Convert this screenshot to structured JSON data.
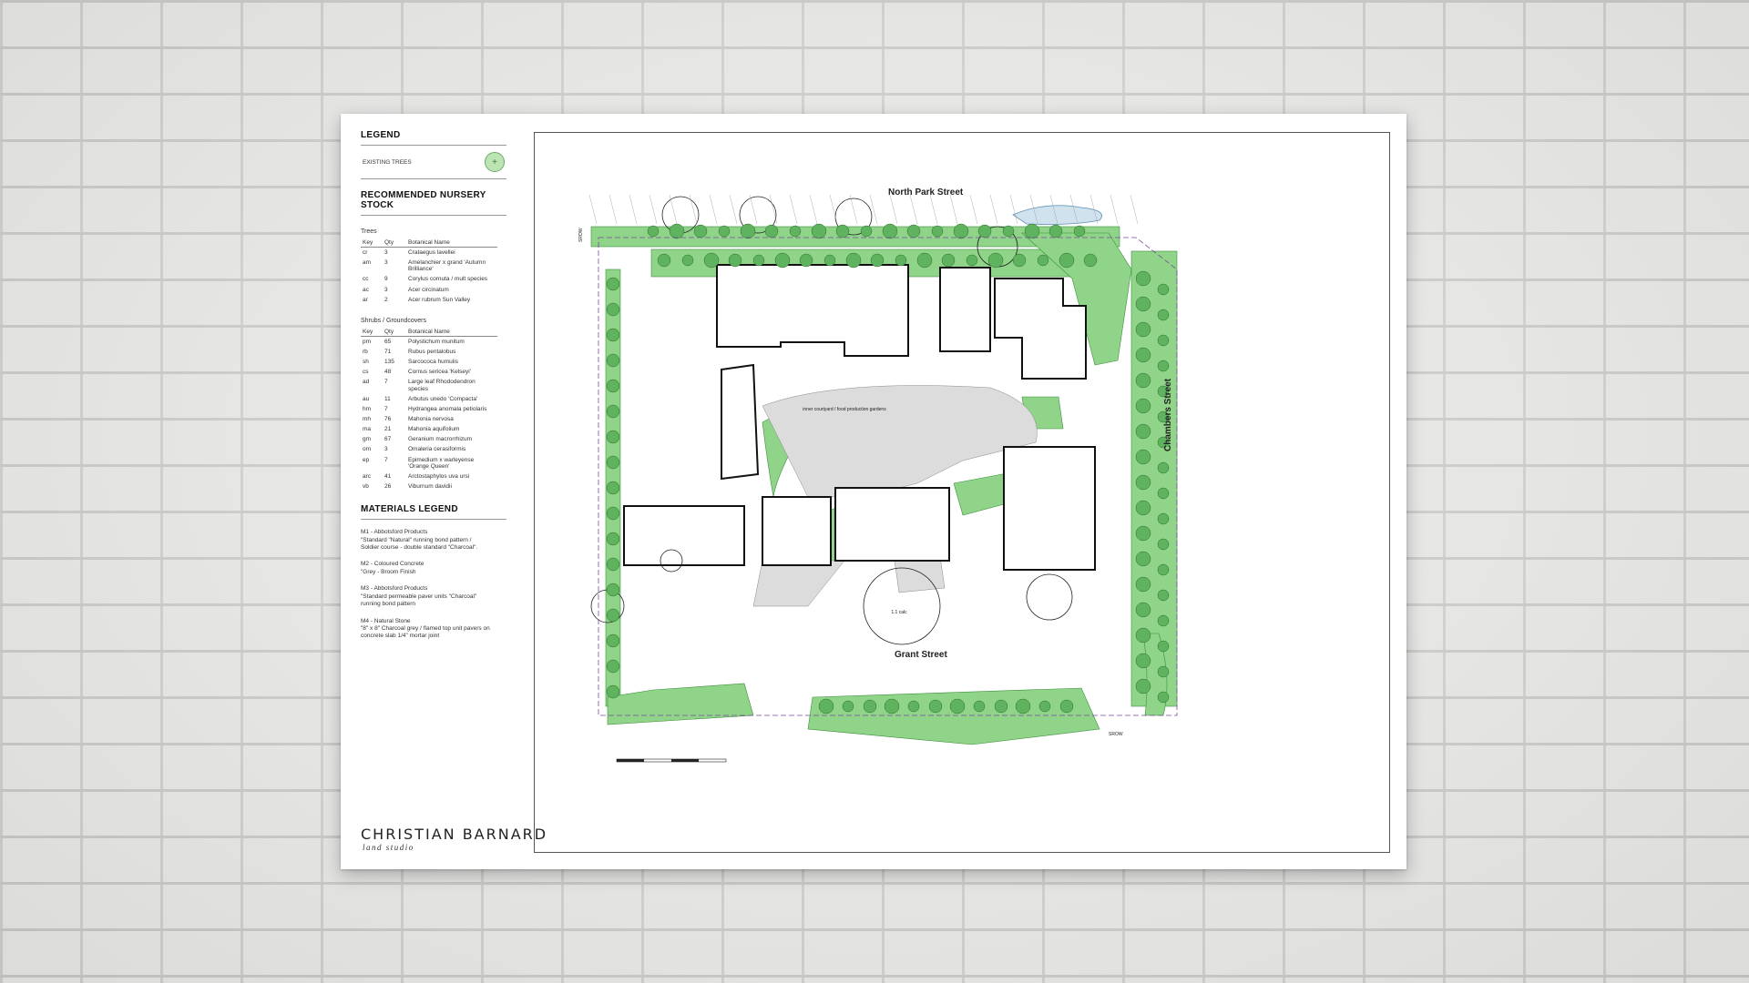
{
  "legend": {
    "title": "LEGEND",
    "existing_trees": "EXISTING TREES"
  },
  "nursery": {
    "title": "RECOMMENDED NURSERY STOCK",
    "trees_label": "Trees",
    "shrubs_label": "Shrubs / Groundcovers",
    "headers": {
      "key": "Key",
      "qty": "Qty",
      "name": "Botanical Name"
    },
    "trees": [
      {
        "key": "cr",
        "qty": "3",
        "name": "Crataegus lavellei"
      },
      {
        "key": "am",
        "qty": "3",
        "name": "Amelanchier x grand 'Autumn Brilliance'"
      },
      {
        "key": "cc",
        "qty": "9",
        "name": "Corylus cornuta / mult species"
      },
      {
        "key": "ac",
        "qty": "3",
        "name": "Acer circinatum"
      },
      {
        "key": "ar",
        "qty": "2",
        "name": "Acer rubrum Sun Valley"
      }
    ],
    "shrubs": [
      {
        "key": "pm",
        "qty": "65",
        "name": "Polystichum munitum"
      },
      {
        "key": "rb",
        "qty": "71",
        "name": "Rubus pentalobus"
      },
      {
        "key": "sh",
        "qty": "135",
        "name": "Sarcococa humulis"
      },
      {
        "key": "cs",
        "qty": "48",
        "name": "Cornus sericea 'Kelseyi'"
      },
      {
        "key": "ad",
        "qty": "7",
        "name": "Large leaf Rhododendron species"
      },
      {
        "key": "au",
        "qty": "11",
        "name": "Arbutus unedo 'Compacta'"
      },
      {
        "key": "hm",
        "qty": "7",
        "name": "Hydrangea anomala petiolaris"
      },
      {
        "key": "mh",
        "qty": "76",
        "name": "Mahonia nervosa"
      },
      {
        "key": "ma",
        "qty": "21",
        "name": "Mahonia aquifolium"
      },
      {
        "key": "gm",
        "qty": "67",
        "name": "Geranium macrorrhizum"
      },
      {
        "key": "om",
        "qty": "3",
        "name": "Omaleria cerasiformis"
      },
      {
        "key": "ep",
        "qty": "7",
        "name": "Epimedium x warleyense 'Orange Queen'"
      },
      {
        "key": "arc",
        "qty": "41",
        "name": "Arctostaphylos uva ursi"
      },
      {
        "key": "vb",
        "qty": "26",
        "name": "Viburnum davidii"
      }
    ]
  },
  "materials": {
    "title": "MATERIALS LEGEND",
    "items": [
      {
        "line1": "M1 - Abbotsford Products",
        "line2": "\"Standard \"Natural\" running bond pattern /",
        "line3": "Soldier course - double standard \"Charcoal\"."
      },
      {
        "line1": "M2 - Coloured Concrete",
        "line2": "\"Grey - Broom Finish",
        "line3": ""
      },
      {
        "line1": "M3 - Abbotsford Products",
        "line2": "\"Standard permeable paver units \"Charcoal\"",
        "line3": "running bond pattern"
      },
      {
        "line1": "M4 - Natural Stone",
        "line2": "\"8\" x 8\" Charcoal grey / flamed top unit pavers on",
        "line3": "concrete slab 1/4\" mortar joint"
      }
    ]
  },
  "brand": {
    "name": "CHRISTIAN BARNARD",
    "sub": "land studio"
  },
  "plan": {
    "street_north": "North Park Street",
    "street_east": "Chambers Street",
    "street_south": "Grant Street",
    "label_courtyard": "inner courtyard / food production gardens",
    "label_srow_west": "SROW",
    "label_srow_south": "SROW",
    "label_circle": "1.1 calc",
    "colors": {
      "green": "#8fd488",
      "dark_green": "#3f8f3f",
      "building": "#111111",
      "paving": "#dcdcdc"
    }
  }
}
